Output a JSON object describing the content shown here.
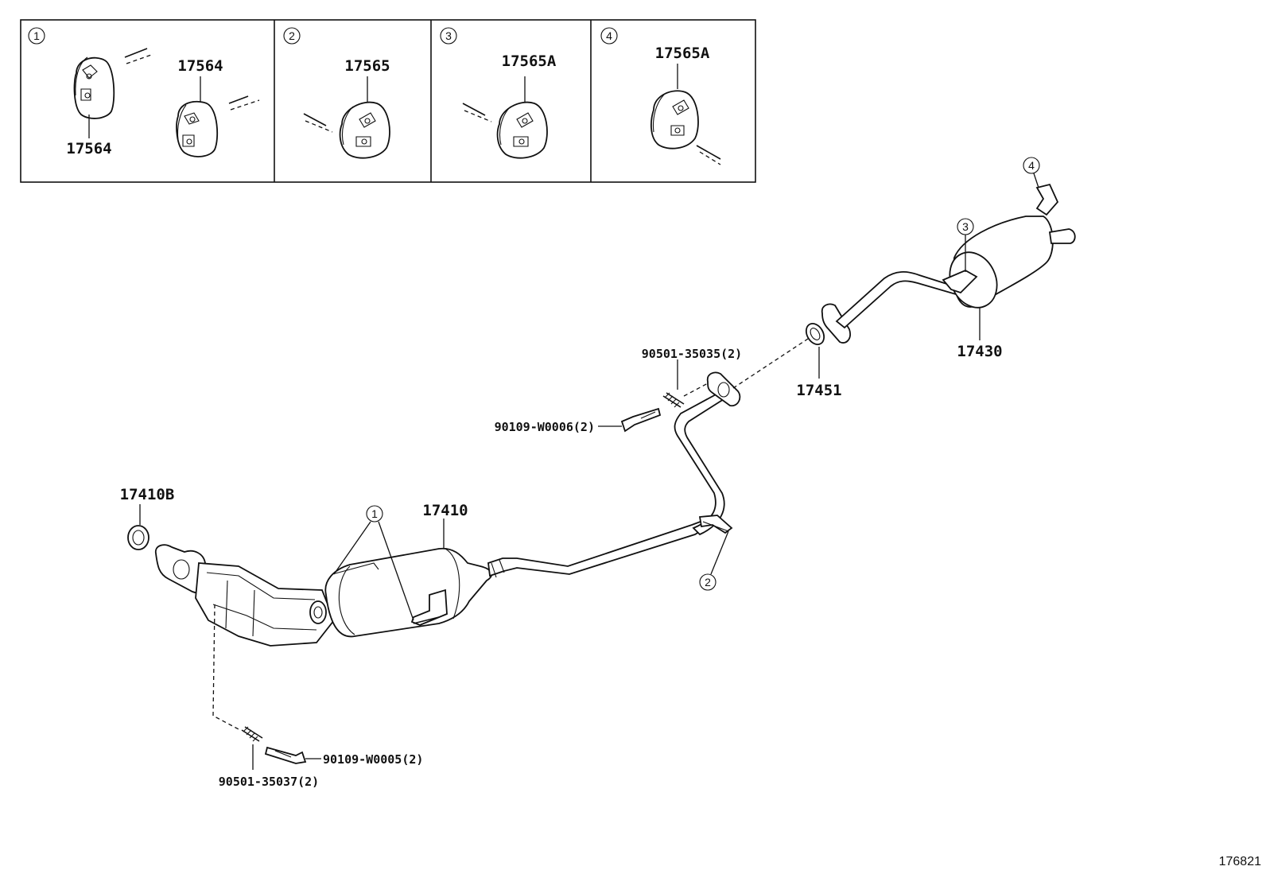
{
  "inset_panels": [
    {
      "callout": "1",
      "parts": [
        "17564",
        "17564"
      ]
    },
    {
      "callout": "2",
      "parts": [
        "17565"
      ]
    },
    {
      "callout": "3",
      "parts": [
        "17565A"
      ]
    },
    {
      "callout": "4",
      "parts": [
        "17565A"
      ]
    }
  ],
  "parts": {
    "gasket_front": "17410B",
    "front_pipe": "17410",
    "gasket_tail": "17451",
    "tail_pipe": "17430",
    "bolt_front": "90109-W0005(2)",
    "spring_front": "90501-35037(2)",
    "bolt_center": "90109-W0006(2)",
    "spring_center": "90501-35035(2)"
  },
  "callouts": {
    "hanger_front": "1",
    "hanger_mid": "2",
    "hanger_tail": "3",
    "hanger_end": "4"
  },
  "diagram_ref": "176821"
}
